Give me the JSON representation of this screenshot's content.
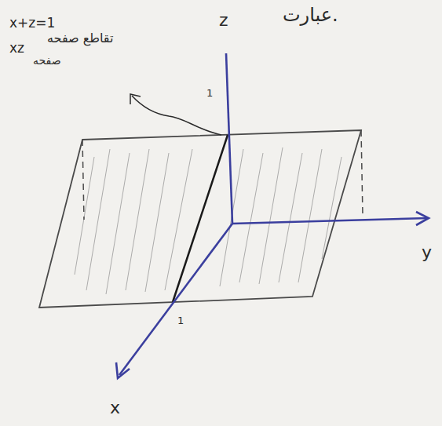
{
  "diagram": {
    "labels": [
      "x+z=1",
      "تقاطع صفحه",
      "xz",
      "صفحه",
      "عبارت.",
      "z",
      "y",
      "x",
      "1",
      "1"
    ]
  }
}
